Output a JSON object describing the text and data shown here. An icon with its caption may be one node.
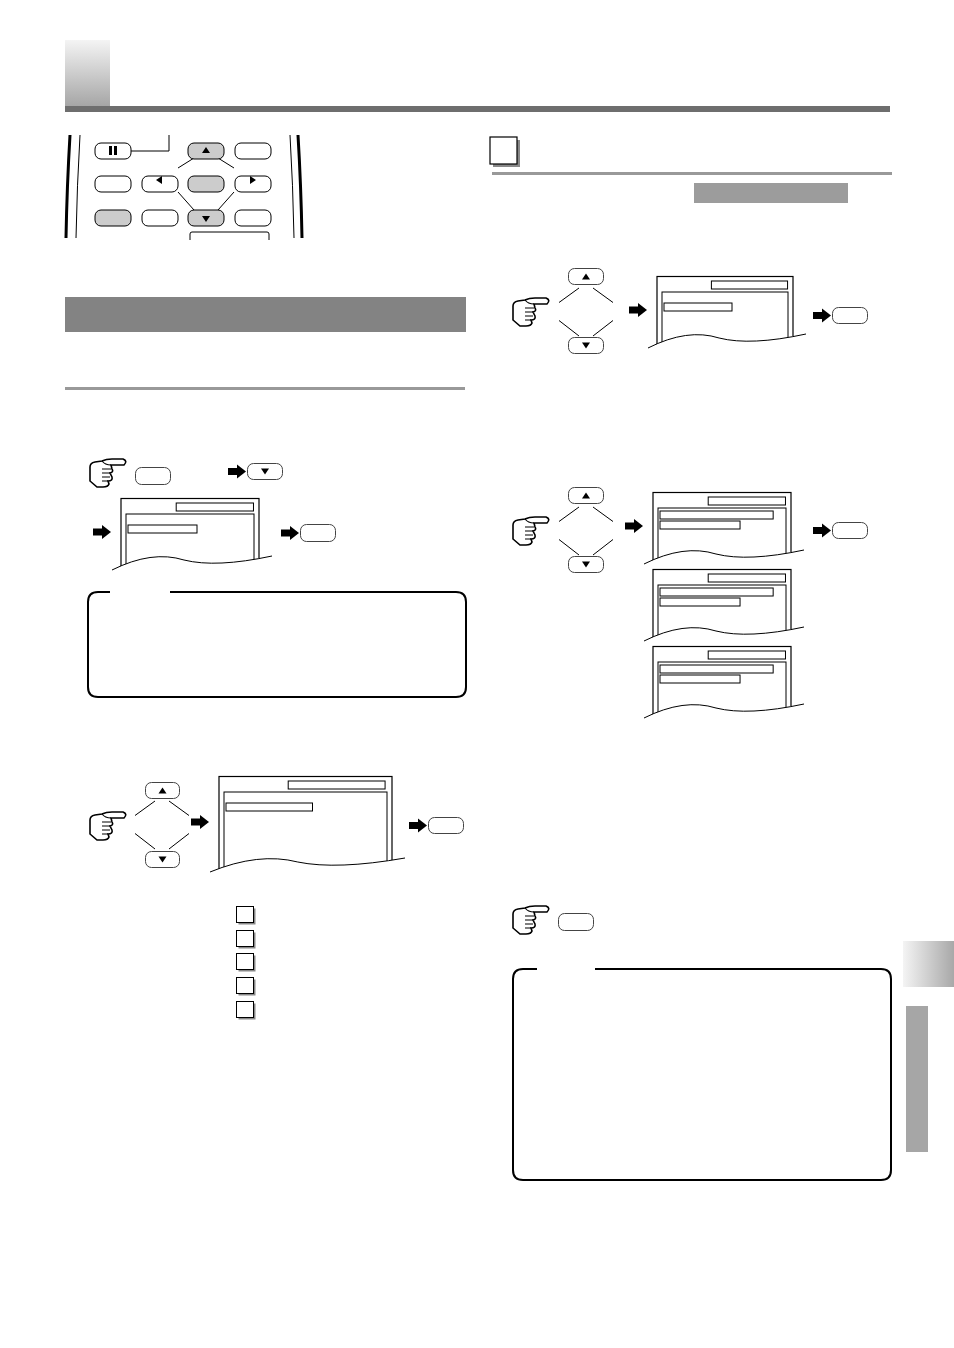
{
  "diagram": {
    "nodes": [
      {
        "text": [],
        "shape": "button"
      },
      {
        "text": [],
        "shape": "button"
      },
      {
        "text": [],
        "shape": "screen"
      },
      {
        "text": [],
        "shape": "button"
      },
      {
        "text": [],
        "shape": "button"
      },
      {
        "text": [],
        "shape": "button"
      },
      {
        "text": [],
        "shape": "screen"
      },
      {
        "text": [],
        "shape": "button"
      },
      {
        "text": [],
        "shape": "box"
      },
      {
        "text": [],
        "shape": "box"
      },
      {
        "text": [],
        "shape": "box"
      },
      {
        "text": [],
        "shape": "box"
      },
      {
        "text": [],
        "shape": "box"
      },
      {
        "text": [],
        "shape": "button"
      },
      {
        "text": [],
        "shape": "button"
      },
      {
        "text": [],
        "shape": "screen"
      },
      {
        "text": [],
        "shape": "button"
      },
      {
        "text": [],
        "shape": "button"
      },
      {
        "text": [],
        "shape": "button"
      },
      {
        "text": [],
        "shape": "screen"
      },
      {
        "text": [],
        "shape": "button"
      },
      {
        "text": [],
        "shape": "screen"
      },
      {
        "text": [],
        "shape": "screen"
      },
      {
        "text": [],
        "shape": "button"
      },
      {
        "text": [],
        "shape": "bar"
      },
      {
        "text": [],
        "shape": "bar"
      },
      {
        "text": [],
        "shape": "bar"
      },
      {
        "text": [],
        "shape": "bar"
      }
    ],
    "edges": [
      {
        "from": null,
        "to": 1,
        "arrow": "to"
      },
      {
        "from": null,
        "to": 2,
        "arrow": "to"
      },
      {
        "from": null,
        "to": 3,
        "arrow": "to"
      },
      {
        "from": null,
        "to": 6,
        "arrow": "to"
      },
      {
        "from": null,
        "to": 7,
        "arrow": "to"
      },
      {
        "from": null,
        "to": 15,
        "arrow": "to"
      },
      {
        "from": null,
        "to": 16,
        "arrow": "to"
      },
      {
        "from": null,
        "to": 19,
        "arrow": "to"
      },
      {
        "from": null,
        "to": 20,
        "arrow": "to"
      }
    ]
  }
}
